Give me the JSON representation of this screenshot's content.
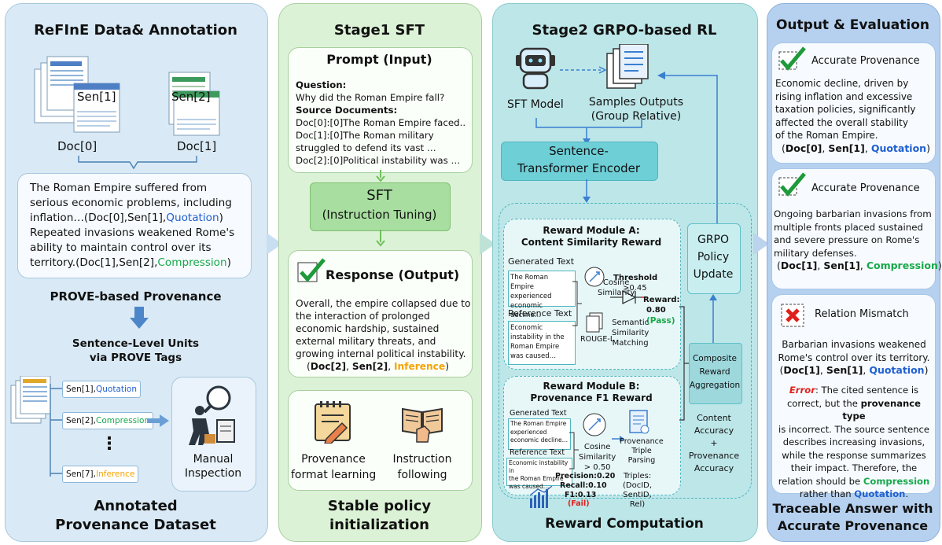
{
  "panel1": {
    "title": "ReFInE Data& Annotation",
    "doc0": "Doc[0]",
    "doc1": "Doc[1]",
    "sen1": "Sen[1]",
    "sen2": "Sen[2]",
    "example": {
      "line1": "The Roman Empire suffered from",
      "line2": "serious economic problems, including",
      "line3_pre": "inflation…(Doc[0],Sen[1],",
      "line3_type": "Quotation",
      "line3_post": ")",
      "line4": "Repeated invasions weakened Rome's",
      "line5": "ability to maintain control over its",
      "line6_pre": "territory.(Doc[1],Sen[2],",
      "line6_type": "Compression",
      "line6_post": ")"
    },
    "prove_provenance": "PROVE-based Provenance",
    "units_line1": "Sentence-Level Units",
    "units_line2": "via PROVE Tags",
    "units": [
      {
        "sen": "Sen[1],",
        "type": "Quotation"
      },
      {
        "sen": "Sen[2],",
        "type": "Compression"
      },
      {
        "sen": "Sen[7],",
        "type": "Inference"
      }
    ],
    "ellipsis": "⋮",
    "manual_line1": "Manual",
    "manual_line2": "Inspection",
    "bottom_line1": "Annotated",
    "bottom_line2": "Provenance Dataset"
  },
  "panel2": {
    "title": "Stage1 SFT",
    "prompt_title": "Prompt (Input)",
    "question_label": "Question:",
    "question": "Why did the Roman Empire fall?",
    "source_label": "Source Documents:",
    "docs": [
      "Doc[0]:[0]The Roman Empire faced..",
      "Doc[1]:[0]The Roman military",
      "struggled to defend its vast …",
      "Doc[2]:[0]Political instability was …"
    ],
    "sft_title": "SFT",
    "sft_sub": "(Instruction Tuning)",
    "response_title": "Response (Output)",
    "response_lines": [
      "Overall, the empire collapsed due to",
      "the interaction of prolonged",
      "economic hardship, sustained",
      "external military threats, and",
      "growing internal political instability."
    ],
    "response_cite_doc": "Doc[2]",
    "response_cite_sen": "Sen[2]",
    "response_cite_type": "Inference",
    "format_line1": "Provenance",
    "format_line2": "format learning",
    "follow_line1": "Instruction",
    "follow_line2": "following",
    "bottom_line1": "Stable policy",
    "bottom_line2": "initialization"
  },
  "panel3": {
    "title": "Stage2 GRPO-based RL",
    "sft_model": "SFT Model",
    "samples_line1": "Samples Outputs",
    "samples_line2": "(Group Relative)",
    "encoder_line1": "Sentence-",
    "encoder_line2": "Transformer Encoder",
    "grpo_line1": "GRPO",
    "grpo_line2": "Policy",
    "grpo_line3": "Update",
    "moduleA_line1": "Reward Module A:",
    "moduleA_line2": "Content Similarity Reward",
    "generated_text": "Generated Text",
    "gen_a": [
      "The Roman Empire",
      "experienced",
      "economic decline…"
    ],
    "reference_text": "Reference Text",
    "ref_a": [
      "Economic",
      "instability in the",
      "Roman Empire",
      "was caused…"
    ],
    "cosine_a1": "Cosine",
    "cosine_a2": "Similarity",
    "threshold_label": "Threshold",
    "threshold_val": ">0.45",
    "reward_label": "Reward:",
    "reward_val": "0.80",
    "pass": "(Pass)",
    "rouge": "ROUGE-L",
    "semantic_line1": "Semantic",
    "semantic_line2": "Similarity",
    "semantic_line3": "Matching",
    "composite_line1": "Composite",
    "composite_line2": "Reward",
    "composite_line3": "Aggregation",
    "content_acc_line1": "Content",
    "content_acc_line2": "Accuracy",
    "plus": "+",
    "prov_acc_line1": "Provenance",
    "prov_acc_line2": "Accuracy",
    "moduleB_line1": "Reward Module B:",
    "moduleB_line2": "Provenance F1 Reward",
    "gen_b": [
      "The Roman Empire",
      "experienced",
      "economic decline…"
    ],
    "ref_b": [
      "Economic instability in",
      "the Roman Empire",
      "was caused…"
    ],
    "cosine_b1": "Cosine",
    "cosine_b2": "Similarity",
    "cosine_b3": "> 0.50",
    "triple_line1": "Provenance",
    "triple_line2": "Triple",
    "triple_line3": "Parsing",
    "precision": "Precision:0.20",
    "recall": "Recall:0.10",
    "f1": "F1:0.13",
    "fail": "(Fail)",
    "triples_line1": "Triples:",
    "triples_line2": "(DocID,",
    "triples_line3": "SentID,",
    "triples_line4": "Rel)",
    "bottom": "Reward Computation"
  },
  "panel4": {
    "title": "Output & Evaluation",
    "card1_title": "Accurate Provenance",
    "card1_lines": [
      "Economic decline, driven by",
      "rising inflation and excessive",
      "taxation policies, significantly",
      "affected the overall stability",
      "of the Roman Empire."
    ],
    "card1_doc": "Doc[0]",
    "card1_sen": "Sen[1]",
    "card1_type": "Quotation",
    "card2_title": "Accurate Provenance",
    "card2_lines": [
      "Ongoing barbarian invasions from",
      "multiple fronts placed sustained",
      "and severe pressure on Rome's",
      "military defenses."
    ],
    "card2_doc": "Doc[1]",
    "card2_sen": "Sen[1]",
    "card2_type": "Compression",
    "card3_title": "Relation Mismatch",
    "card3_lines": [
      "Barbarian invasions weakened",
      "Rome's control over its territory."
    ],
    "card3_doc": "Doc[1]",
    "card3_sen": "Sen[1]",
    "card3_type": "Quotation",
    "error_label": "Error",
    "error_l1": ": The cited sentence is",
    "error_l2_pre": "correct, but the ",
    "error_l2_bold": "provenance type",
    "error_l3": "is incorrect. The source sentence",
    "error_l4": "describes increasing invasions,",
    "error_l5": "while the response summarizes",
    "error_l6": "their impact. Therefore, the",
    "error_l7_pre": "relation should be ",
    "error_l7_type": "Compression",
    "error_l8_pre": "rather than ",
    "error_l8_type": "Quotation",
    "error_l8_post": ".",
    "bottom_line1": "Traceable Answer with",
    "bottom_line2": "Accurate Provenance"
  },
  "colors": {
    "quotation": "#1f5fd0",
    "compression": "#18a84a",
    "inference": "#f5a300",
    "error": "#e0201a",
    "check": "#1e9a3a"
  }
}
